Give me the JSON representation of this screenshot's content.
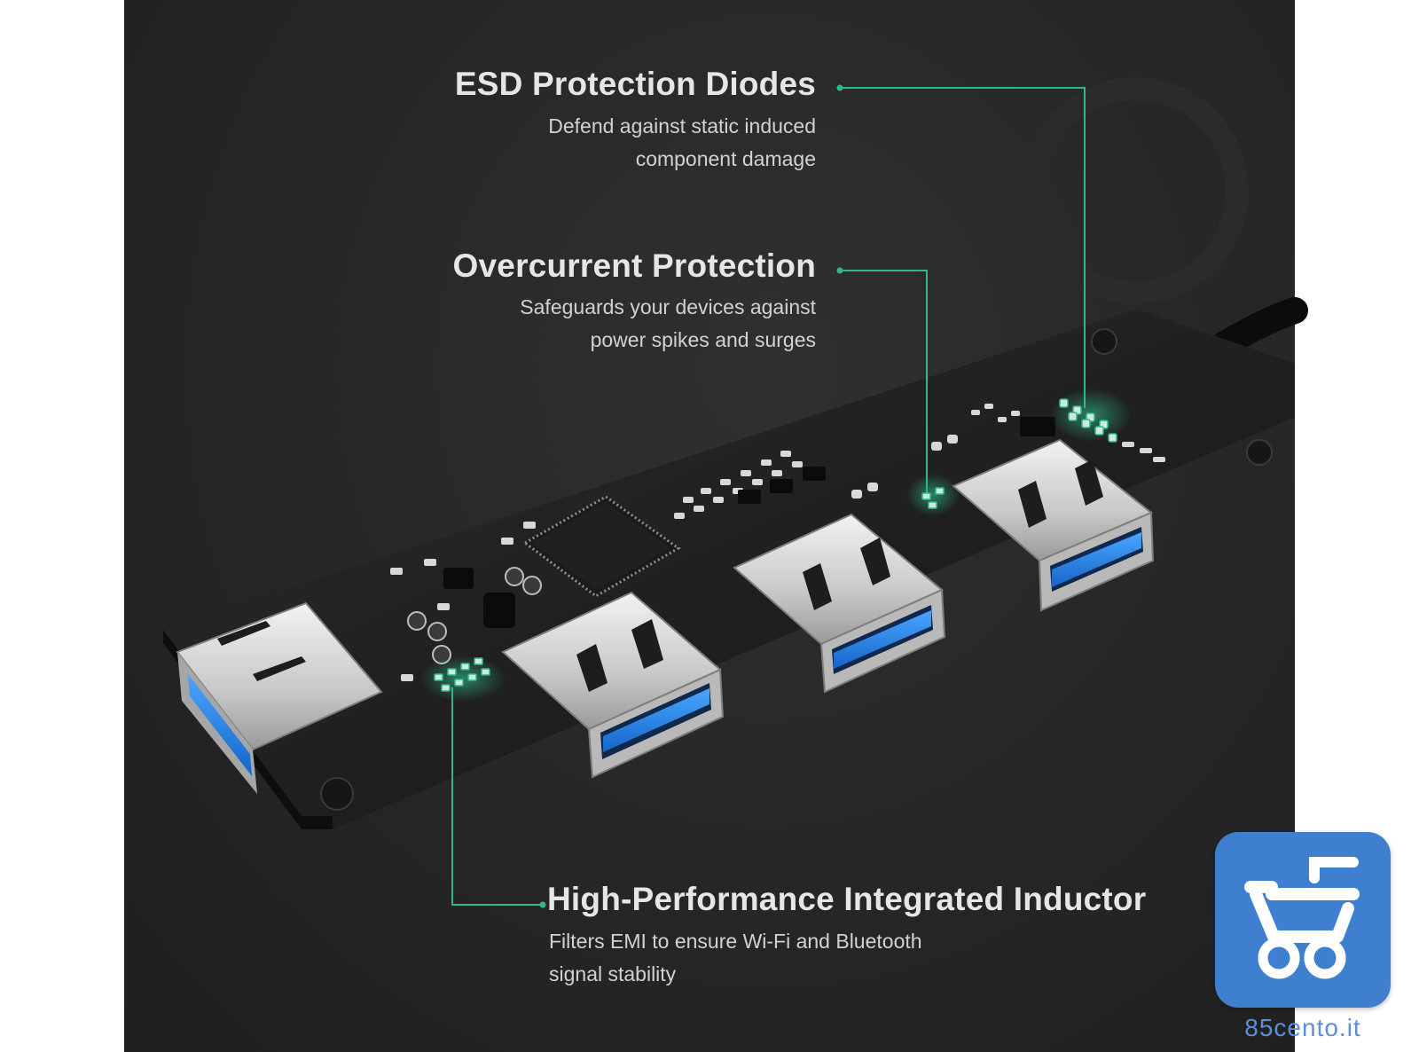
{
  "features": {
    "esd": {
      "title": "ESD Protection Diodes",
      "description": "Defend against static induced\ncomponent damage"
    },
    "overcurrent": {
      "title": "Overcurrent Protection",
      "description": "Safeguards your devices against\npower spikes and surges"
    },
    "inductor": {
      "title": "High-Performance Integrated Inductor",
      "description": "Filters EMI to ensure Wi-Fi and Bluetooth\nsignal stability"
    }
  },
  "watermark": {
    "brand": "85cento.it",
    "icon": "cart-5-logo-icon",
    "color": "#3f7fd0"
  },
  "colors": {
    "background": "#262626",
    "accent_line": "#2fb98a",
    "port_blue": "#1f7fe0"
  },
  "product": {
    "type": "usb-hub-pcb",
    "usb_port_count": 4
  }
}
